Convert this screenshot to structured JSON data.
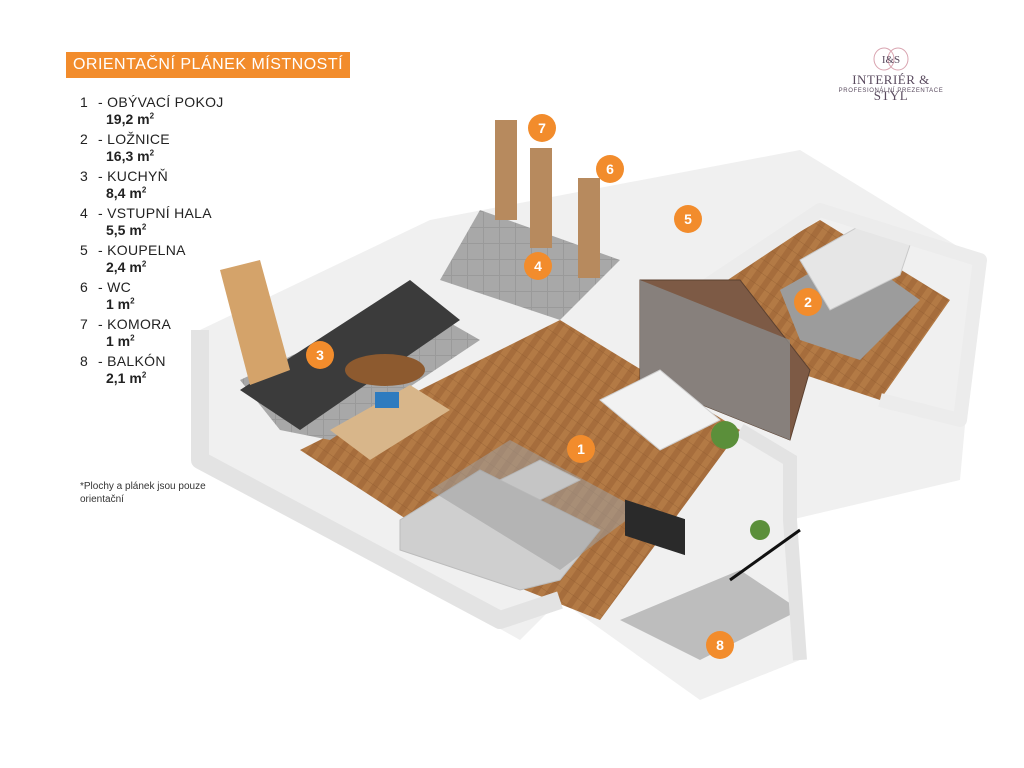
{
  "title": "ORIENTAČNÍ PLÁNEK MÍSTNOSTÍ",
  "legend": [
    {
      "num": "1",
      "name": "- OBÝVACÍ POKOJ",
      "area": "19,2 m",
      "unit_sup": "2"
    },
    {
      "num": "2",
      "name": "- LOŽNICE",
      "area": "16,3 m",
      "unit_sup": "2"
    },
    {
      "num": "3",
      "name": "- KUCHYŇ",
      "area": "8,4 m",
      "unit_sup": "2"
    },
    {
      "num": "4",
      "name": "- VSTUPNÍ HALA",
      "area": "5,5 m",
      "unit_sup": "2"
    },
    {
      "num": "5",
      "name": "- KOUPELNA",
      "area": "2,4 m",
      "unit_sup": "2"
    },
    {
      "num": "6",
      "name": "- WC",
      "area": "1 m",
      "unit_sup": "2"
    },
    {
      "num": "7",
      "name": "- KOMORA",
      "area": "1 m",
      "unit_sup": "2"
    },
    {
      "num": "8",
      "name": "- BALKÓN",
      "area": "2,1 m",
      "unit_sup": "2"
    }
  ],
  "footnote": "*Plochy  a plánek jsou pouze orientační",
  "logo": {
    "monogram": "I&S",
    "name": "INTERIÉR & STYL",
    "subtitle": "PROFESIONÁLNÍ PREZENTACE"
  },
  "markers": [
    "1",
    "2",
    "3",
    "4",
    "5",
    "6",
    "7",
    "8"
  ],
  "colors": {
    "accent": "#f28c2c",
    "wall": "#e9e9e9",
    "floor_wood": "#a0693a",
    "floor_tile": "#9a9a9a"
  }
}
